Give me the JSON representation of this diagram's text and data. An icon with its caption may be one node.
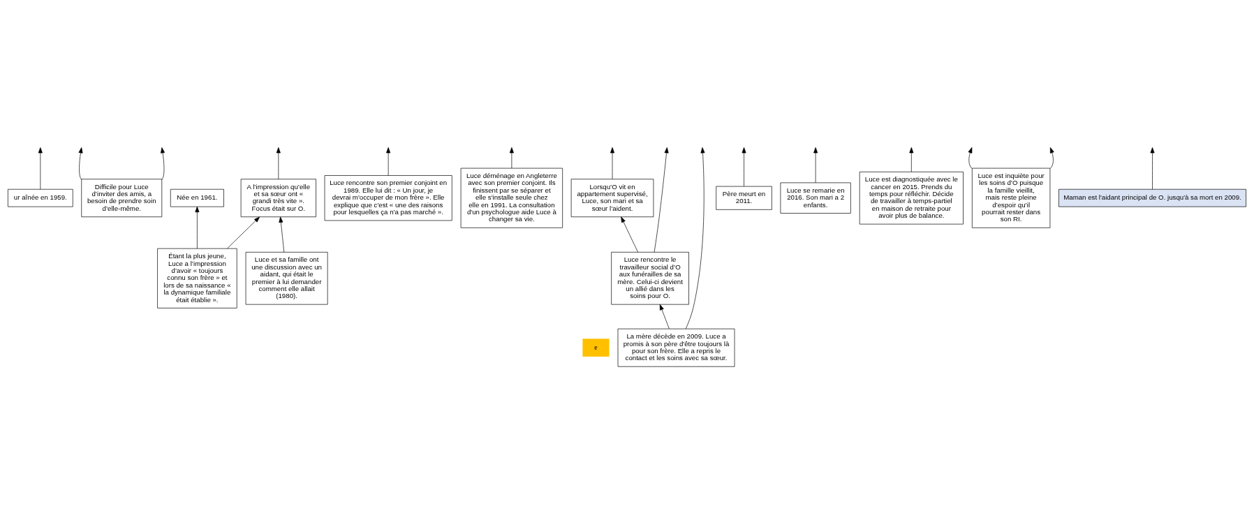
{
  "diagram": {
    "nodes": [
      {
        "text": [
          "ur aînée en 1959."
        ]
      },
      {
        "text": [
          "Difficile pour Luce d’inviter des amis, a besoin de prendre soin d’elle-même."
        ]
      },
      {
        "text": [
          "e"
        ]
      },
      {
        "text": [
          "Née en 1961."
        ]
      },
      {
        "text": [
          "Étant la plus jeune, Luce a l’impression d’avoir « toujours connu son frère » et lors de sa naissance « la dynamique familiale était établie »."
        ]
      },
      {
        "text": [
          "A l’impression qu’elle et sa sœur ont « grandi très vite ». Focus était sur O."
        ]
      },
      {
        "text": [
          "Luce et sa famille ont une discussion avec un aidant, qui était le premier à lui demander comment elle allait (1980)."
        ]
      },
      {
        "text": [
          "Luce rencontre son premier conjoint en 1989. Elle lui dit : « Un jour, je devrai m'occuper de mon frère ». Elle explique que c'est « une des raisons pour lesquelles ça n'a pas marché »."
        ]
      },
      {
        "text": [
          "Luce déménage en Angleterre avec son premier conjoint. Ils finissent par se séparer et elle s'installe seule chez elle en 1991. La consultation d'un psychologue aide Luce à changer sa vie."
        ]
      },
      {
        "text": [
          "La mère décède en 2009. Luce a promis à son père d'être toujours là pour son frère. Elle a repris le contact et les soins avec sa sœur."
        ]
      },
      {
        "text": [
          "Luce rencontre le travailleur social d’O aux funérailles de sa mère. Celui-ci devient un allié dans les soins pour O."
        ]
      },
      {
        "text": [
          "Père meurt en 2011."
        ]
      },
      {
        "text": [
          "Lorsqu’O vit en appartement supervisé, Luce, son mari et sa sœur l’aident."
        ]
      },
      {
        "text": [
          "Luce se remarie en 2016. Son mari a 2 enfants."
        ]
      },
      {
        "text": [
          "Luce est diagnostiquée avec le cancer en 2015. Prends du temps pour réfléchir. Décide de travailler à temps-partiel en maison de retraite pour avoir plus de balance."
        ]
      },
      {
        "text": [
          "Luce est inquiète pour les soins d’O puisque la famille vieillit, mais reste pleine d’espoir qu’il pourrait rester dans son RI."
        ]
      },
      {
        "text": [
          "Maman est l'aidant principal de O. jusqu'à sa mort en 2009."
        ]
      }
    ],
    "edges": [
      {
        "from": 0,
        "to": null,
        "arrow": "to"
      },
      {
        "from": 1,
        "to": null,
        "arrow": "to"
      },
      {
        "from": 1,
        "to": null,
        "arrow": "to"
      },
      {
        "from": 4,
        "to": 3,
        "arrow": "to"
      },
      {
        "from": 4,
        "to": 5,
        "arrow": "to"
      },
      {
        "from": 5,
        "to": null,
        "arrow": "to"
      },
      {
        "from": 6,
        "to": 5,
        "arrow": "to"
      },
      {
        "from": 7,
        "to": null,
        "arrow": "to"
      },
      {
        "from": 8,
        "to": null,
        "arrow": "to"
      },
      {
        "from": 9,
        "to": null,
        "arrow": "to"
      },
      {
        "from": 9,
        "to": 10,
        "arrow": "to"
      },
      {
        "from": 10,
        "to": null,
        "arrow": "to"
      },
      {
        "from": 10,
        "to": 12,
        "arrow": "to"
      },
      {
        "from": 11,
        "to": null,
        "arrow": "to"
      },
      {
        "from": 12,
        "to": null,
        "arrow": "to"
      },
      {
        "from": 13,
        "to": null,
        "arrow": "to"
      },
      {
        "from": 14,
        "to": null,
        "arrow": "to"
      },
      {
        "from": 15,
        "to": null,
        "arrow": "to"
      },
      {
        "from": 15,
        "to": null,
        "arrow": "to"
      },
      {
        "from": 16,
        "to": null,
        "arrow": "to"
      }
    ]
  }
}
